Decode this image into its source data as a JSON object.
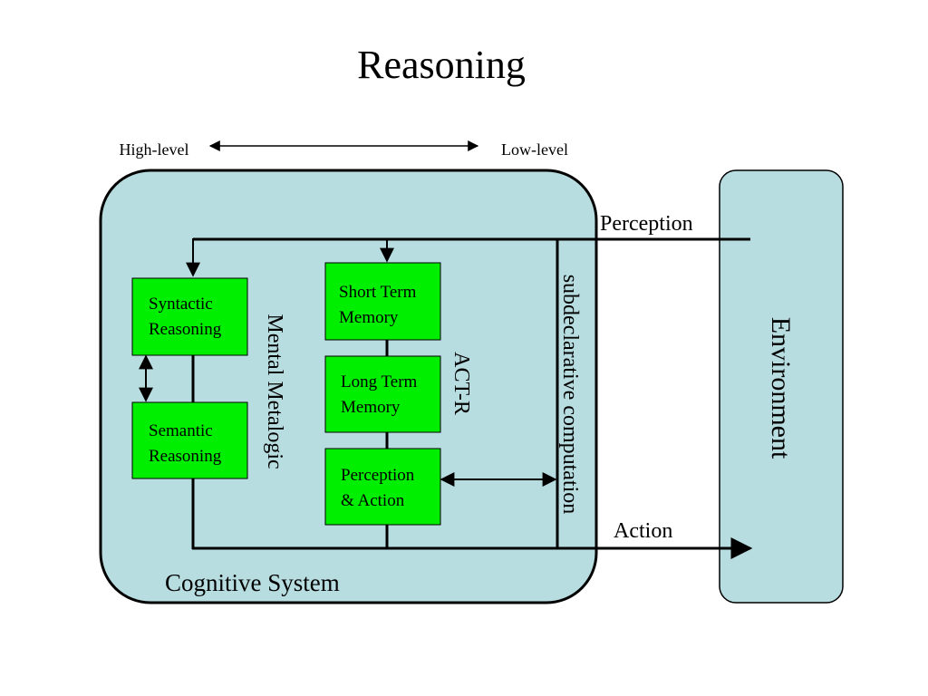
{
  "title": "Reasoning",
  "scale": {
    "high": "High-level",
    "low": "Low-level"
  },
  "cognitive_system": {
    "label": "Cognitive System"
  },
  "environment": {
    "label": "Environment"
  },
  "perception_label": "Perception",
  "action_label": "Action",
  "mental_metalogic": {
    "label": "Mental Metalogic",
    "syntactic": [
      "Syntactic",
      "Reasoning"
    ],
    "semantic": [
      "Semantic",
      "Reasoning"
    ]
  },
  "act_r": {
    "label": "ACT-R",
    "short_term": [
      "Short Term",
      "Memory"
    ],
    "long_term": [
      "Long Term",
      "Memory"
    ],
    "perception_action": [
      "Perception",
      "& Action"
    ]
  },
  "subdeclarative": "subdeclarative computation",
  "colors": {
    "panel_fill": "#b8dde1",
    "module_fill": "#00ee00",
    "stroke": "#000000"
  }
}
